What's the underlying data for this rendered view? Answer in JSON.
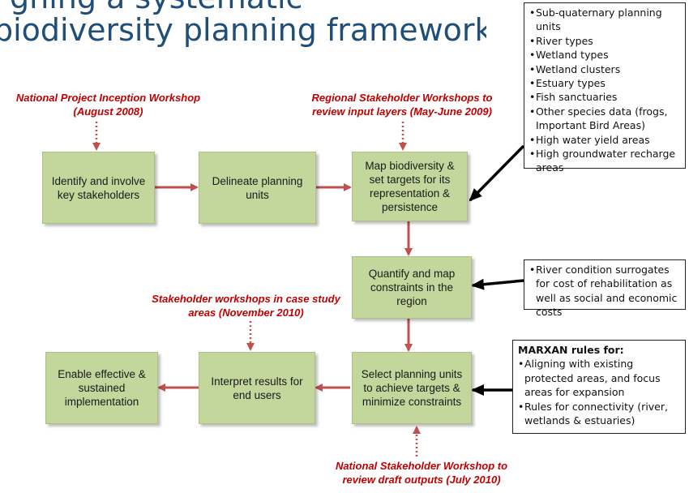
{
  "title": {
    "line1": "gning a systematic",
    "line2": "biodiversity planning framework"
  },
  "boxes": {
    "identify": "Identify and involve key stakeholders",
    "delineate": "Delineate planning units",
    "map": "Map biodiversity & set targets for its representation & persistence",
    "quantify": "Quantify and map constraints in the region",
    "select": "Select planning units to achieve targets & minimize constraints",
    "interpret": "Interpret results for end users",
    "enable": "Enable effective & sustained implementation"
  },
  "labels": {
    "national_inception": "National Project Inception Workshop (August 2008)",
    "regional_workshops": "Regional Stakeholder Workshops to review input layers (May-June 2009)",
    "case_study": "Stakeholder workshops in case study areas (November 2010)",
    "national_stakeholder": "National Stakeholder Workshop to review draft outputs (July 2010)"
  },
  "notes": {
    "input_layers": [
      "Sub-quaternary planning units",
      "River types",
      "Wetland types",
      "Wetland clusters",
      "Estuary types",
      "Fish sanctuaries",
      "Other species data (frogs, Important Bird Areas)",
      "High water yield areas",
      "High groundwater recharge areas"
    ],
    "constraints": [
      "River condition surrogates for cost of rehabilitation as well as social and economic costs"
    ],
    "marxan": {
      "heading": "MARXAN rules for:",
      "items": [
        "Aligning with existing protected areas, and focus areas for expansion",
        "Rules for connectivity (river, wetlands & estuaries)"
      ]
    }
  },
  "colors": {
    "box_fill": "#c3d69b",
    "arrow": "#c0504d",
    "label_text": "#c00000",
    "title_text": "#1f4e79"
  }
}
